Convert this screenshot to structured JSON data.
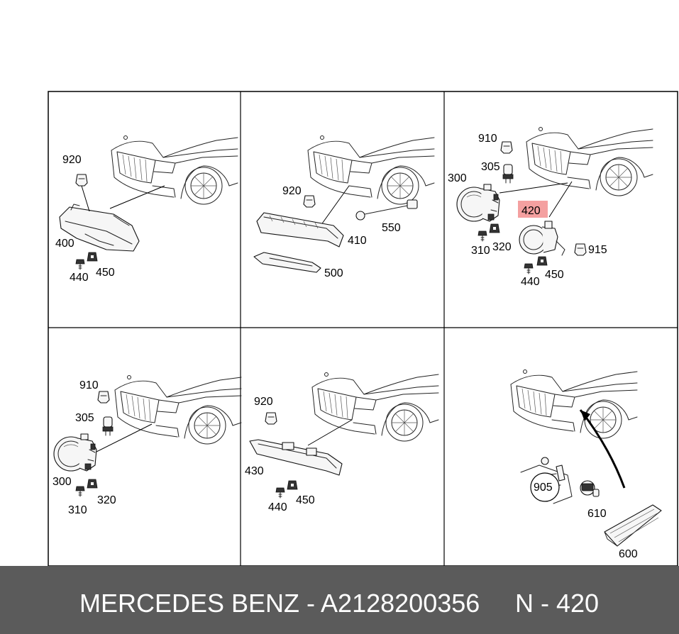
{
  "panels": [
    {
      "id": "p1",
      "labels": [
        "920",
        "400",
        "440",
        "450"
      ]
    },
    {
      "id": "p2",
      "labels": [
        "920",
        "410",
        "550",
        "500"
      ]
    },
    {
      "id": "p3",
      "labels": [
        "910",
        "305",
        "300",
        "420",
        "915",
        "310",
        "320",
        "440",
        "450"
      ]
    },
    {
      "id": "p4",
      "labels": [
        "910",
        "305",
        "300",
        "310",
        "320"
      ]
    },
    {
      "id": "p5",
      "labels": [
        "920",
        "430",
        "440",
        "450"
      ]
    },
    {
      "id": "p6",
      "labels": [
        "905",
        "610",
        "600"
      ]
    }
  ],
  "highlight": {
    "label": "420",
    "color": "#f08080"
  },
  "footer": {
    "title": "MERCEDES BENZ - A2128200356",
    "ref": "N - 420",
    "background": "#5b5b5b"
  }
}
